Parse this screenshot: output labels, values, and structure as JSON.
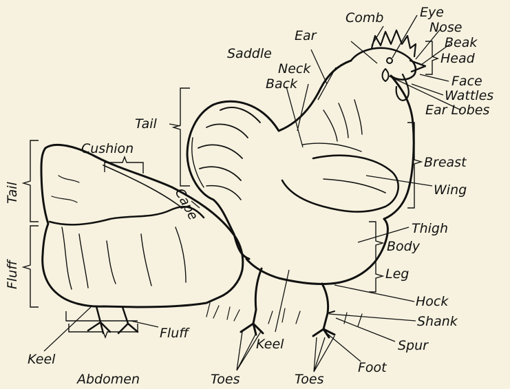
{
  "labels": {
    "comb": "Comb",
    "eye": "Eye",
    "nose": "Nose",
    "beak": "Beak",
    "head": "Head",
    "ear": "Ear",
    "saddle": "Saddle",
    "neck": "Neck",
    "back": "Back",
    "face": "Face",
    "wattles": "Wattles",
    "ear_lobes": "Ear Lobes",
    "tail_rooster": "Tail",
    "breast": "Breast",
    "wing": "Wing",
    "cushion": "Cushion",
    "tail_hen": "Tail",
    "cape": "Cape",
    "thigh": "Thigh",
    "body": "Body",
    "leg": "Leg",
    "fluff_side": "Fluff",
    "hock": "Hock",
    "shank": "Shank",
    "spur": "Spur",
    "fluff_bottom": "Fluff",
    "keel_hen": "Keel",
    "keel_rooster": "Keel",
    "foot": "Foot",
    "abdomen": "Abdomen",
    "toes_left": "Toes",
    "toes_right": "Toes"
  }
}
